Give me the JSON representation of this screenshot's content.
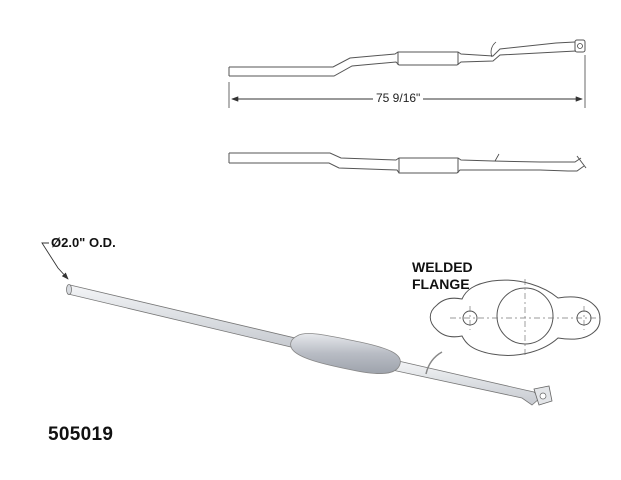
{
  "dimension": {
    "overall_length": "75 9/16\""
  },
  "labels": {
    "pipe_diameter": "Ø2.0\" O.D.",
    "flange_title": "WELDED\nFLANGE"
  },
  "part_number": "505019",
  "colors": {
    "line": "#555555",
    "pipe_fill": "#e3e5e8",
    "muffler_fill": "#c9ccd2"
  }
}
